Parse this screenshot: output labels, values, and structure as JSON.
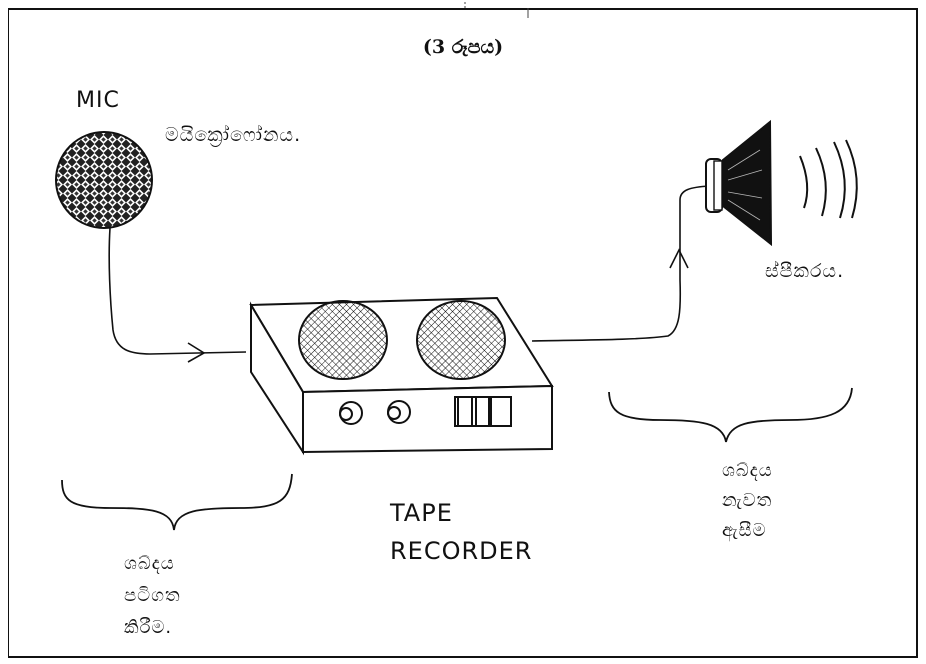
{
  "figure": {
    "title": "(3 රූපය)",
    "mic_label": "MIC",
    "mic_name": "මයික්‍රෝෆෝනය.",
    "tape_recorder_line1": "TAPE",
    "tape_recorder_line2": "RECORDER",
    "speaker_name": "ස්පීකරය.",
    "record_desc_lines": [
      "ශබ්දය",
      "පටිගත",
      "කිරීම."
    ],
    "playback_desc_lines": [
      "ශබ්දය",
      "නැවත",
      "ඇසීම"
    ]
  }
}
